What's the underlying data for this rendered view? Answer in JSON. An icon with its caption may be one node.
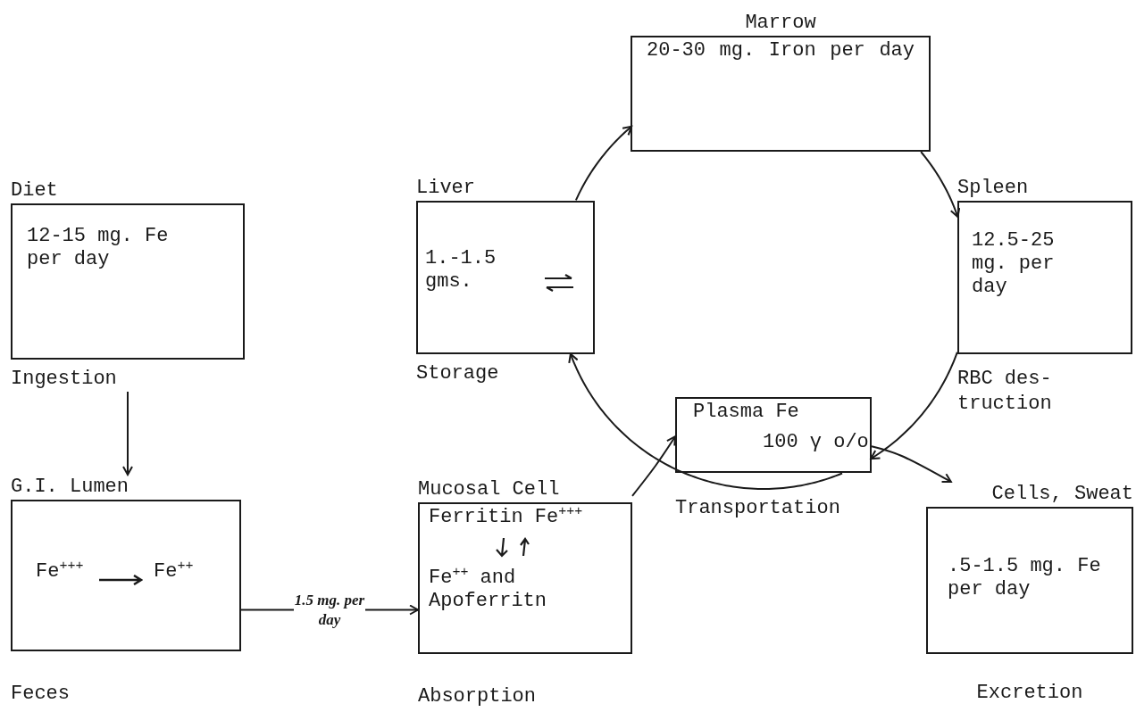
{
  "diagram": {
    "nodes": [
      {
        "text": [
          "Diet",
          "12-15 mg. Fe per day"
        ],
        "beside": [
          "Ingestion"
        ]
      },
      {
        "text": [
          "G.I. Lumen",
          "Fe$^{+++}$",
          "Fe$^{++}$"
        ],
        "beside": [
          "Feces"
        ]
      },
      {
        "text": [
          "Mucosal Cell",
          "Ferritin Fe$^{+++}$",
          "Fe$^{++}$ and Apoferritn"
        ],
        "beside": [
          "Absorption"
        ]
      },
      {
        "text": [
          "Liver",
          "1.-1.5 gms."
        ],
        "beside": [
          "Storage"
        ]
      },
      {
        "text": [
          "Marrow",
          "20-30 mg. Iron per day"
        ]
      },
      {
        "text": [
          "Spleen",
          "12.5-25 mg. per day"
        ],
        "beside": [
          "RBC des- truction"
        ]
      },
      {
        "text": [
          "Plasma Fe",
          "100 γ o/o"
        ],
        "beside": [
          "Transportation"
        ]
      },
      {
        "text": [
          "Cells, Sweat",
          ".5-1.5 mg. Fe per day"
        ],
        "beside": [
          "Excretion"
        ]
      }
    ],
    "edges": [
      {
        "from": 0,
        "to": 1,
        "arrow": "to"
      },
      {
        "from": 1,
        "to": 2,
        "arrow": "to",
        "label": "1.5 mg. per day"
      },
      {
        "from": 3,
        "to": 4,
        "arrow": "to"
      },
      {
        "from": 4,
        "to": 5,
        "arrow": "to"
      },
      {
        "from": 5,
        "to": 6,
        "arrow": "to"
      },
      {
        "from": 6,
        "to": 3,
        "arrow": "to"
      },
      {
        "from": 2,
        "to": 6,
        "arrow": "to"
      },
      {
        "from": 6,
        "to": 7,
        "arrow": "to"
      }
    ]
  }
}
